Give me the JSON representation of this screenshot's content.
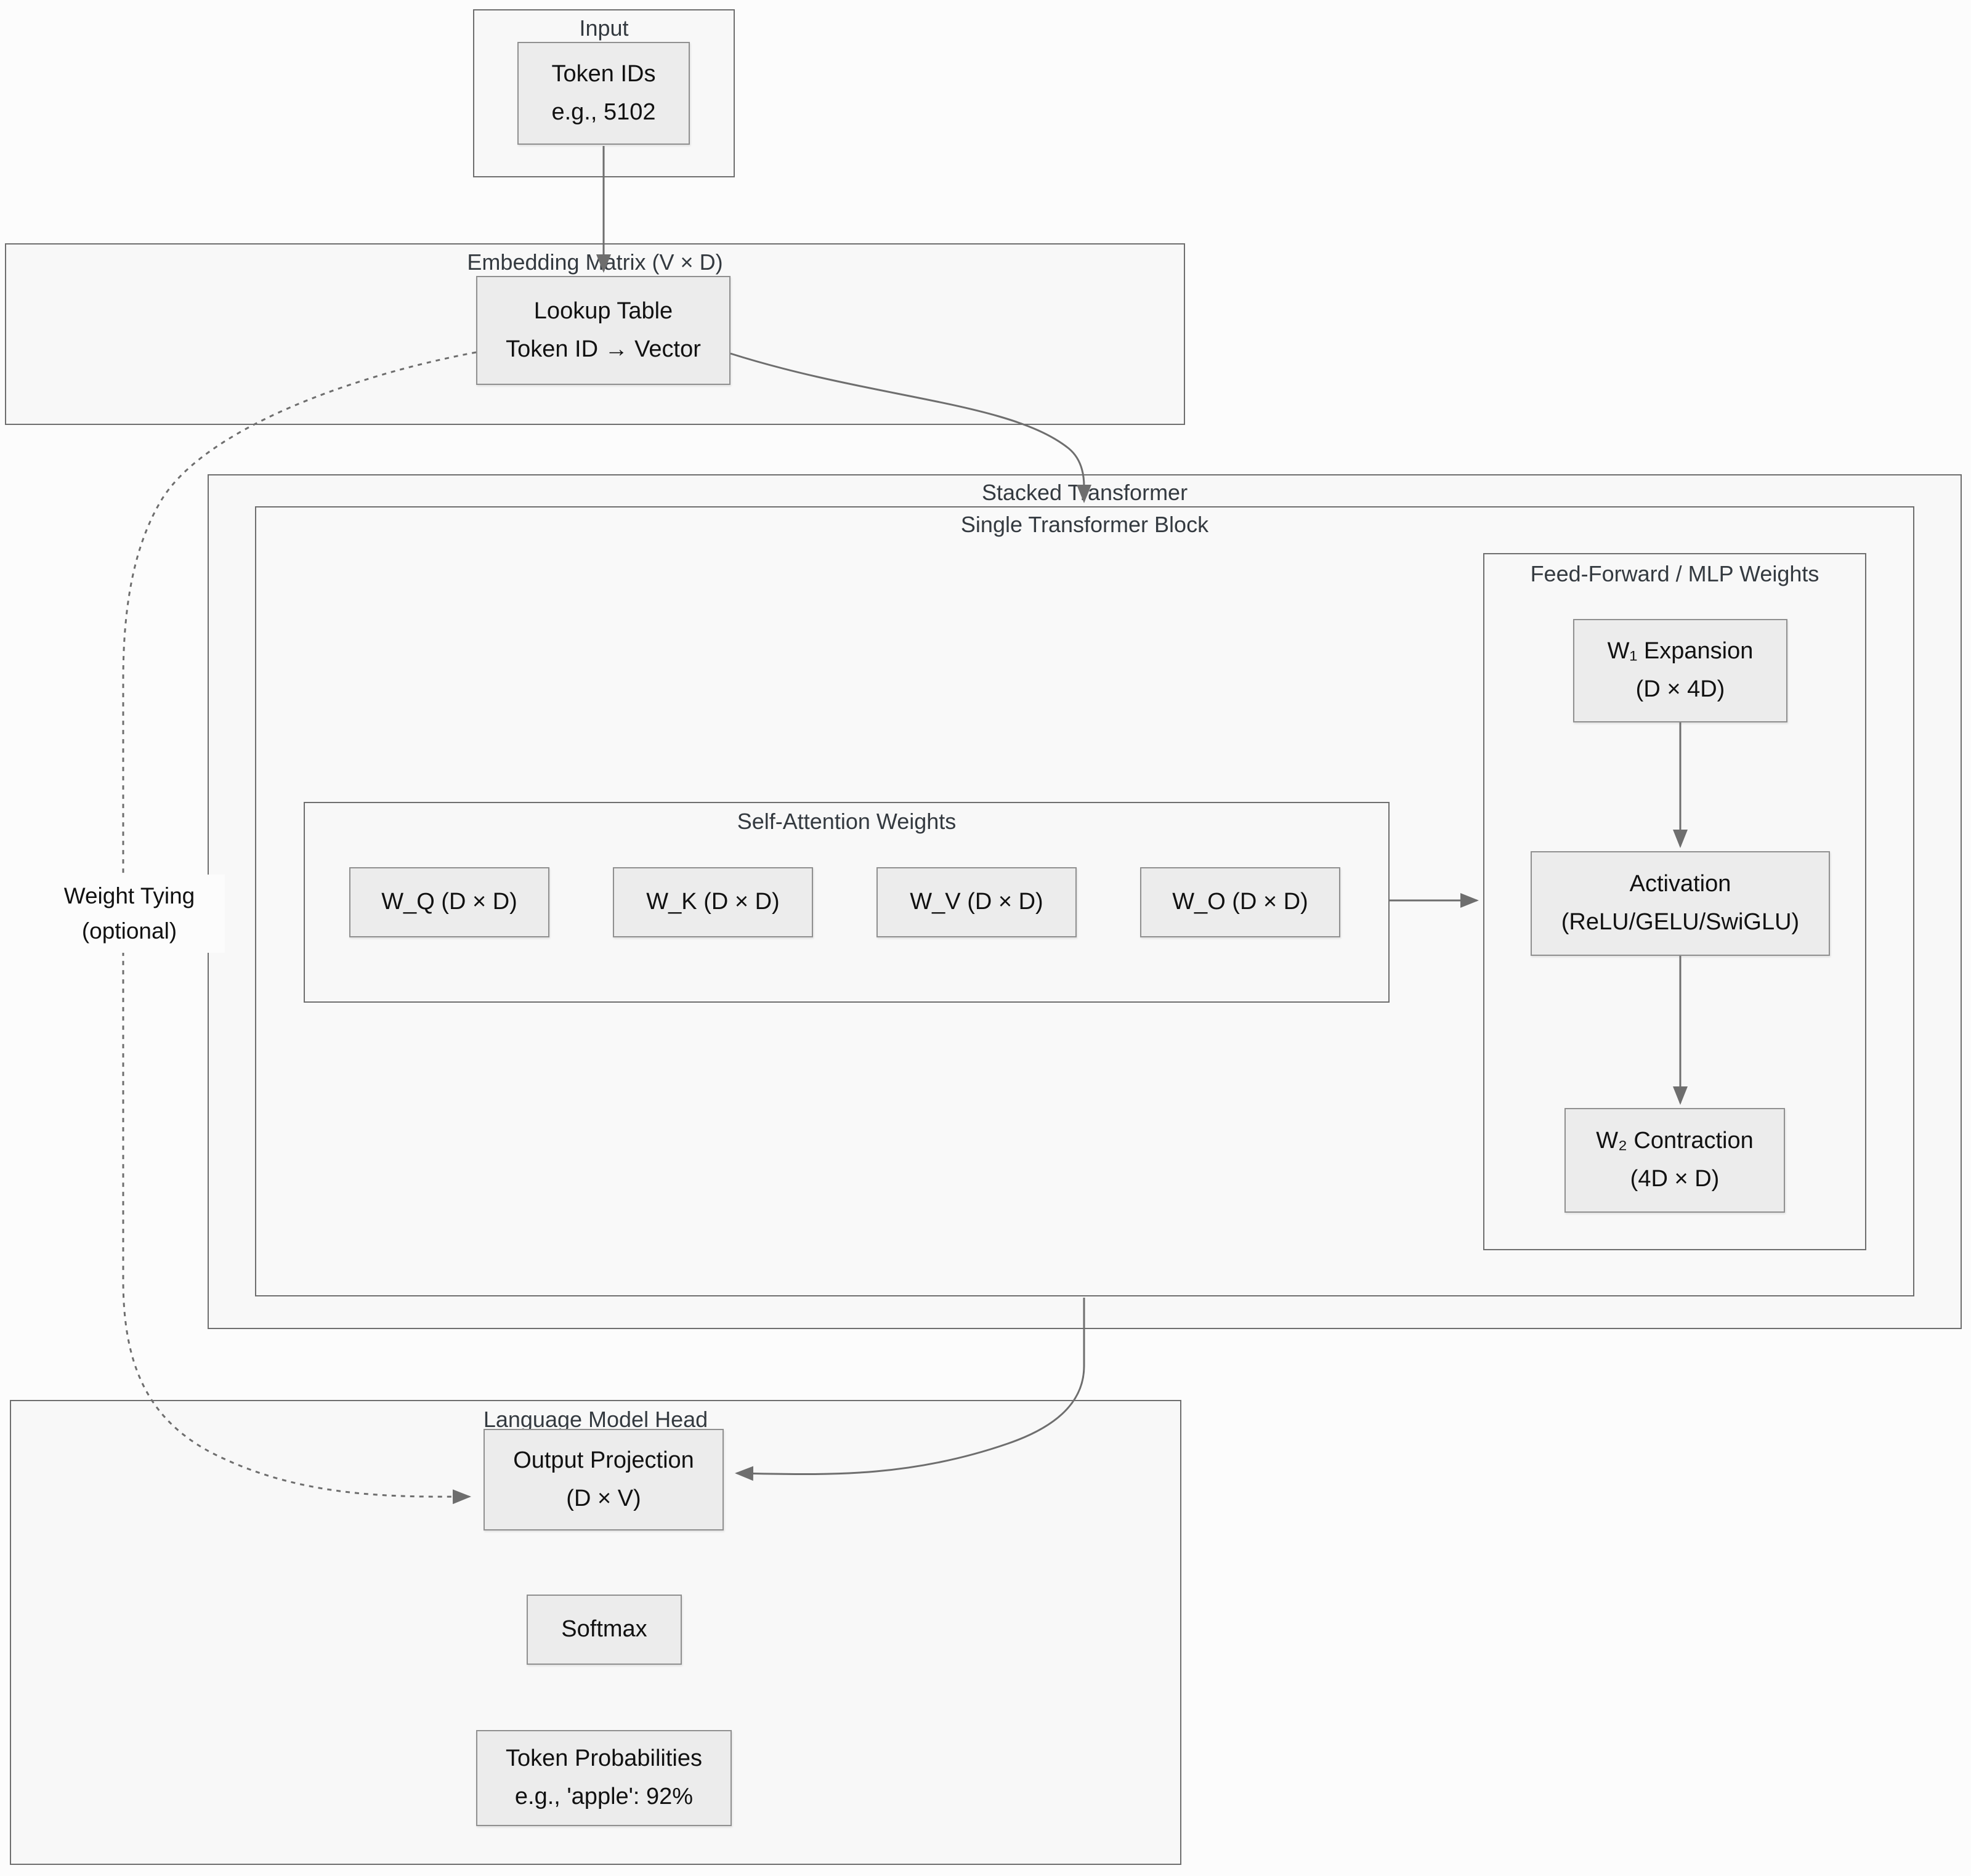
{
  "diagram": {
    "input": {
      "title": "Input",
      "token_ids": {
        "line1": "Token IDs",
        "line2": "e.g., 5102"
      }
    },
    "embedding": {
      "title": "Embedding Matrix (V × D)",
      "lookup": {
        "line1": "Lookup Table",
        "line2": "Token ID → Vector"
      }
    },
    "stacked": {
      "title": "Stacked Transformer"
    },
    "single_block": {
      "title": "Single Transformer Block"
    },
    "attention": {
      "title": "Self-Attention Weights",
      "wq": "W_Q (D × D)",
      "wk": "W_K (D × D)",
      "wv": "W_V (D × D)",
      "wo": "W_O (D × D)"
    },
    "ffn": {
      "title_line1": "Feed-Forward / MLP",
      "title_line2": "Weights",
      "w1": {
        "line1": "W₁ Expansion",
        "line2": "(D × 4D)"
      },
      "activation": {
        "line1": "Activation",
        "line2": "(ReLU/GELU/SwiGLU)"
      },
      "w2": {
        "line1": "W₂ Contraction",
        "line2": "(4D × D)"
      }
    },
    "lm_head": {
      "title": "Language Model Head",
      "output_projection": {
        "line1": "Output Projection",
        "line2": "(D × V)"
      },
      "softmax": "Softmax",
      "token_probs": {
        "line1": "Token Probabilities",
        "line2": "e.g., 'apple': 92%"
      }
    },
    "weight_tying": {
      "line1": "Weight Tying",
      "line2": "(optional)"
    }
  },
  "colors": {
    "page_background": "#fcfcfc",
    "cluster_fill": "#f8f8f8",
    "cluster_border": "#6e6e6e",
    "node_fill": "#ececec",
    "node_border": "#909090",
    "edge": "#6e6e6e",
    "text": "#111111",
    "cluster_label_text": "#343a40"
  }
}
